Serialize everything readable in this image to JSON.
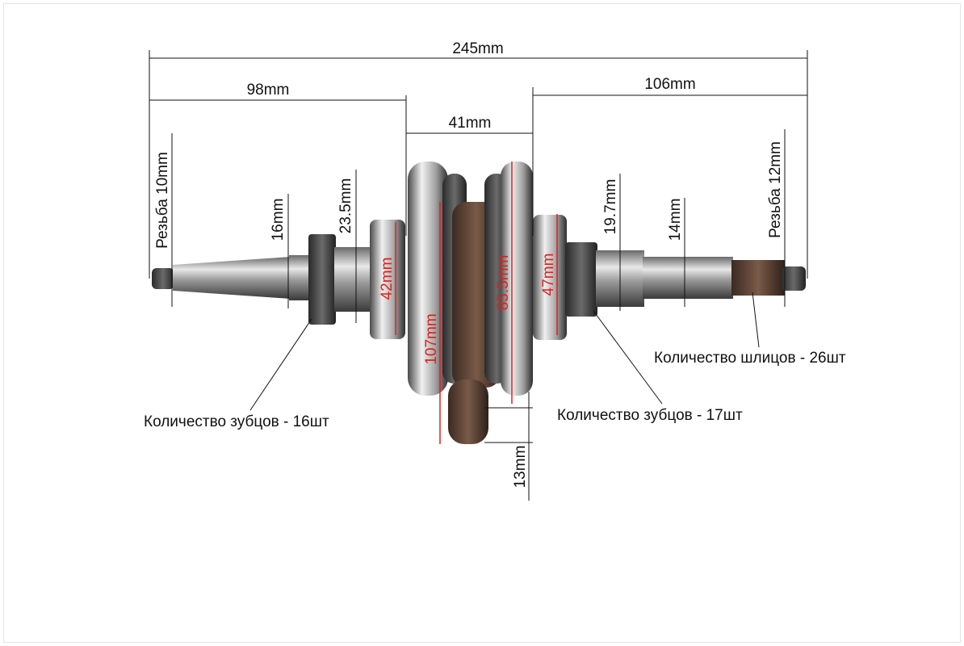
{
  "dimensions": {
    "overall_length": "245mm",
    "left_section": "98mm",
    "right_section": "106mm",
    "crank_width": "41mm",
    "left_thread": "Резьба 10mm",
    "left_shaft_dia": "16mm",
    "left_gear_seat": "23.5mm",
    "left_bearing": "42mm",
    "cheek_dia": "107mm",
    "rod_length": "85.5mm",
    "right_bearing": "47mm",
    "right_gear_seat": "19.7mm",
    "right_shaft_dia": "14mm",
    "right_thread": "Резьба 12mm",
    "rod_small_end": "13mm"
  },
  "labels": {
    "left_gear_teeth": "Количество зубцов - 16шт",
    "right_gear_teeth": "Количество зубцов - 17шт",
    "splines": "Количество шлицов - 26шт"
  },
  "colors": {
    "dimension_line": "#111111",
    "highlight": "#e0201c"
  }
}
